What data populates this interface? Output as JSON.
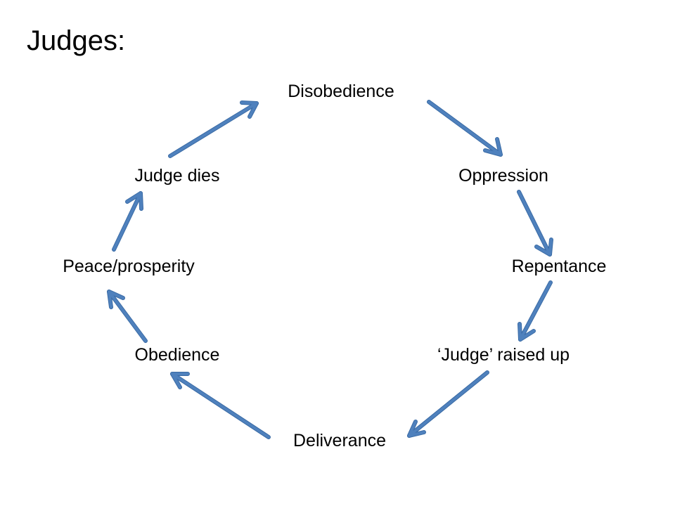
{
  "slide": {
    "title": "Judges:"
  },
  "cycle": {
    "stages": [
      "Disobedience",
      "Oppression",
      "Repentance",
      "‘Judge’ raised up",
      "Deliverance",
      "Obedience",
      "Peace/prosperity",
      "Judge dies"
    ]
  },
  "style": {
    "arrow_fill": "#4F81BD",
    "arrow_outline": "#3A6BA5",
    "background": "#FFFFFF",
    "text": "#000000"
  }
}
